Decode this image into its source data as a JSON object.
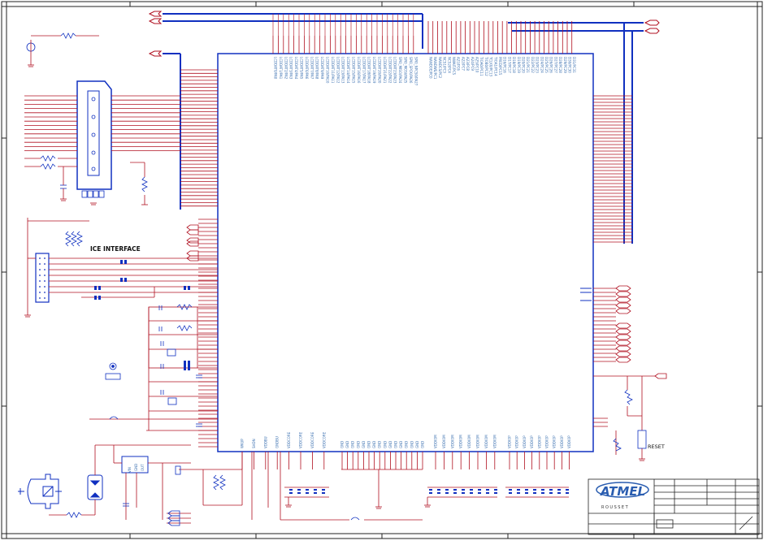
{
  "labels": {
    "ice_interface": "ICE INTERFACE",
    "reset": "RESET",
    "logo_text": "ATMEL",
    "logo_sub": "ROUSSET"
  },
  "top_pins_left": [
    "LCDDAT0/PA0",
    "LCDDAT1/PA1",
    "LCDDAT2/PA2",
    "LCDDAT3/PA3",
    "LCDDAT4/PA4",
    "LCDDAT5/PA5",
    "LCDDAT6/PA6",
    "LCDDAT7/PA7",
    "LCDDAT8/PA8",
    "LCDDAT9/PA9",
    "LCDDAT10/PA10",
    "LCDDAT11/PA11",
    "LCDDAT12/PA12",
    "LCDDAT13/PA13",
    "LCDDAT14/PA14",
    "LCDDAT15/PA15",
    "LCDDAT16/PA16",
    "LCDDAT17/PA17",
    "LCDDAT18/PA18",
    "LCDDAT19/PA19",
    "LCDDAT20/PA20",
    "LCDDAT21/PA21",
    "LCDDAT22/PA22",
    "LCDDAT23/PA23",
    "SPI0_MISO/PA24",
    "SPI0_MOSI/PA25",
    "SPI0_SPCK/PA26",
    "SPI0_NPCS0/PA27"
  ],
  "top_pins_right": [
    "NANDOE/PC0",
    "NANDWE/PC1",
    "NANDCS/PC2",
    "NCS1/PC3",
    "NCS2/PC4",
    "NWAIT/PC5",
    "A21/PC6",
    "A22/PC7",
    "A23/PC8",
    "A24/PC9",
    "A25/PC10",
    "TIOA0/PC11",
    "TIOB0/PC12",
    "TCLK0/PC13",
    "TIOA1/PC14",
    "PRED/PC15",
    "D16/PC16",
    "D17/PC17",
    "D18/PC18",
    "D19/PC19",
    "D20/PC20",
    "D21/PC21",
    "D22/PC22",
    "D23/PC23",
    "D24/PC24",
    "D25/PC25",
    "D26/PC26",
    "D27/PC27",
    "D28/PC28",
    "D29/PC29",
    "D30/PC30",
    "D31/PC31"
  ],
  "bottom_pins_a": [
    "WKUP",
    "SHDN",
    "VDDBU",
    "GNDBU",
    "VDDCORE",
    "VDDCORE",
    "VDDCORE",
    "VDDCORE"
  ],
  "bottom_pins_gnd": [
    "GND",
    "GND",
    "GND",
    "GND",
    "GND",
    "GND",
    "GND",
    "GND",
    "GND",
    "GND",
    "GND",
    "GND",
    "GND",
    "GND",
    "GND",
    "GND"
  ],
  "bottom_pins_vddiom": [
    "VDDIOM",
    "VDDIOM",
    "VDDIOM",
    "VDDIOM",
    "VDDIOM",
    "VDDIOM",
    "VDDIOM",
    "VDDIOM"
  ],
  "bottom_pins_vddiop": [
    "VDDIOP",
    "VDDIOP",
    "VDDIOP",
    "VDDIOP",
    "VDDIOP",
    "VDDIOP",
    "VDDIOP",
    "VDDIOP",
    "VDDIOP"
  ],
  "regulator": {
    "in": "VIN",
    "out": "OUT",
    "gnd": "GND"
  }
}
